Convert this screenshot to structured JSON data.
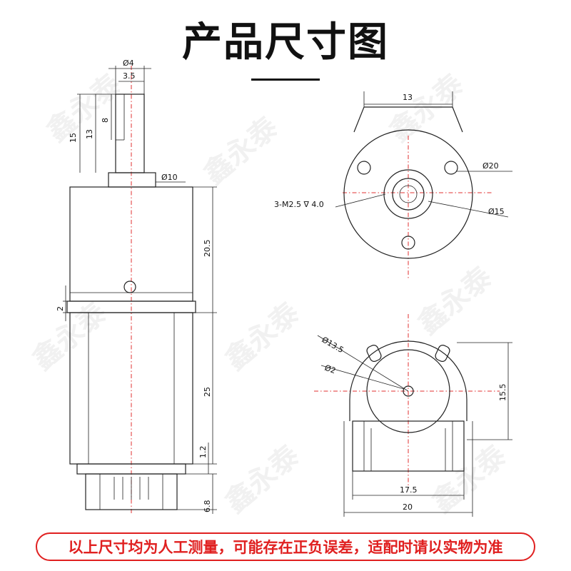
{
  "title": "产品尺寸图",
  "footer_note": "以上尺寸均为人工测量，可能存在正负误差，适配时请以实物为准",
  "watermark": "鑫永泰 XIN YONG TAI",
  "colors": {
    "note_red": "#e02020",
    "centerline": "#e03030",
    "line": "#222222"
  },
  "side_view": {
    "shaft_diameter": "Ø4",
    "shaft_flat": "3.5",
    "flat_length": "8",
    "shaft_length_13": "13",
    "shaft_length_15": "15",
    "boss_diameter": "Ø10",
    "gearbox_length": "20.5",
    "gap": "2",
    "motor_length": "25",
    "terminal_gap": "1.2",
    "terminal_length": "6.8"
  },
  "front_view": {
    "mount_spacing": "13",
    "outer_diameter": "Ø20",
    "boss_diameter": "Ø15",
    "screw_holes": "3-M2.5",
    "screw_depth": "4.0"
  },
  "rear_view": {
    "cap_diameter": "Ø13.5",
    "hole_diameter": "Ø2",
    "height": "15.5",
    "inner_width": "17.5",
    "outer_width": "20"
  }
}
